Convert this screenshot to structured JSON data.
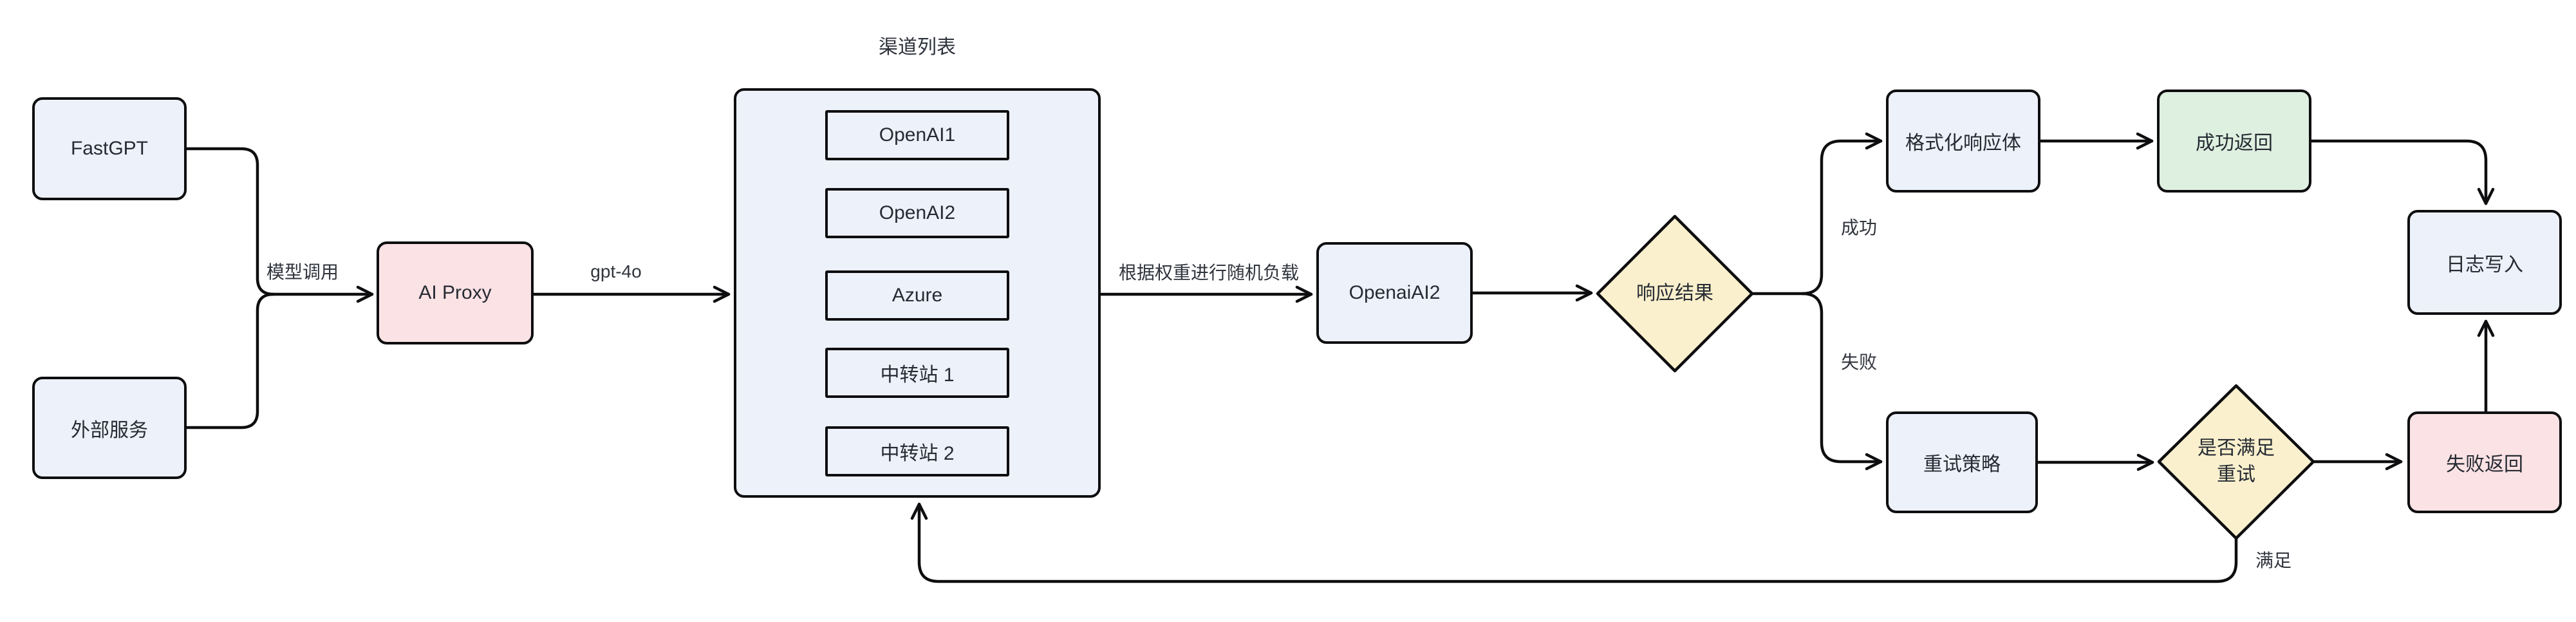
{
  "diagram": {
    "background": "#ffffff",
    "colors": {
      "node_blue": "#EDF1FA",
      "node_pink": "#FBE2E4",
      "node_yellow": "#FAF0CD",
      "node_green": "#DEF0E0",
      "stroke": "#0e0e10",
      "text": "#262b33"
    },
    "nodes": {
      "fastgpt": {
        "label": "FastGPT"
      },
      "external_service": {
        "label": "外部服务"
      },
      "ai_proxy": {
        "label": "AI Proxy"
      },
      "channel_list": {
        "title": "渠道列表",
        "channels": [
          "OpenAI1",
          "OpenAI2",
          "Azure",
          "中转站 1",
          "中转站 2"
        ]
      },
      "selected_channel": {
        "label": "OpenaiAI2"
      },
      "response_result": {
        "label": "响应结果"
      },
      "format_response": {
        "label": "格式化响应体"
      },
      "success_return": {
        "label": "成功返回"
      },
      "log_write": {
        "label": "日志写入"
      },
      "retry_strategy": {
        "label": "重试策略"
      },
      "retry_check": {
        "label_line1": "是否满足",
        "label_line2": "重试"
      },
      "fail_return": {
        "label": "失败返回"
      }
    },
    "edge_labels": {
      "model_call": "模型调用",
      "gpt4o": "gpt-4o",
      "load_balance": "根据权重进行随机负载",
      "success": "成功",
      "fail": "失败",
      "satisfied": "满足"
    }
  }
}
